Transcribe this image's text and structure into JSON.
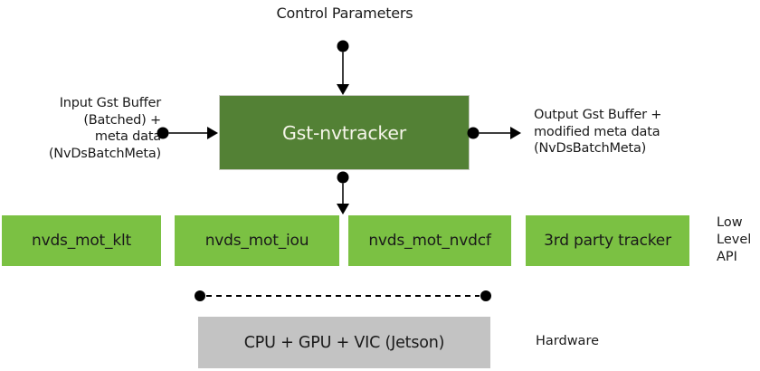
{
  "diagram": {
    "title": "Control Parameters",
    "tracker_box": {
      "label": "Gst-nvtracker"
    },
    "input_label": [
      "Input Gst Buffer",
      "(Batched) +",
      "meta data",
      "(NvDsBatchMeta)"
    ],
    "output_label": [
      "Output Gst Buffer +",
      "modified meta data",
      "(NvDsBatchMeta)"
    ],
    "low_level_trackers": [
      "nvds_mot_klt",
      "nvds_mot_iou",
      "nvds_mot_nvdcf",
      "3rd party tracker"
    ],
    "low_level_api_label": [
      "Low",
      "Level",
      "API"
    ],
    "hardware_box": {
      "label": "CPU + GPU + VIC (Jetson)"
    },
    "hardware_label": "Hardware",
    "colors": {
      "dark_green": "#538135",
      "light_green": "#7BC143",
      "hardware_gray": "#C3C3C3",
      "text_dark": "#1A1A1A",
      "tracker_text": "#F5F5E9",
      "connector_line": "#3D3D3D",
      "connector_dot": "#000000"
    }
  }
}
